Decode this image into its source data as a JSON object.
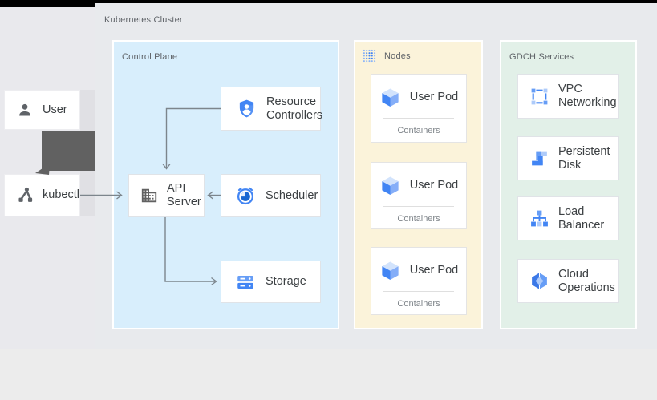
{
  "header": {
    "cluster_label": "Kubernetes Cluster"
  },
  "actors": {
    "user": {
      "label": "User",
      "icon": "user-icon"
    },
    "kubectl": {
      "label": "kubectl",
      "icon": "kubectl-icon"
    }
  },
  "control_plane": {
    "label": "Control Plane",
    "resource_controllers": {
      "label": "Resource Controllers",
      "icon": "resource-controllers-icon"
    },
    "api_server": {
      "label": "API Server",
      "icon": "api-server-icon"
    },
    "scheduler": {
      "label": "Scheduler",
      "icon": "scheduler-icon"
    },
    "storage": {
      "label": "Storage",
      "icon": "storage-icon"
    }
  },
  "nodes": {
    "label": "Nodes",
    "icon": "nodes-grid-icon",
    "pods": [
      {
        "label": "User Pod",
        "sublabel": "Containers",
        "icon": "pod-cube-icon"
      },
      {
        "label": "User Pod",
        "sublabel": "Containers",
        "icon": "pod-cube-icon"
      },
      {
        "label": "User Pod",
        "sublabel": "Containers",
        "icon": "pod-cube-icon"
      }
    ]
  },
  "gdch_services": {
    "label": "GDCH Services",
    "services": [
      {
        "label": "VPC Networking",
        "icon": "vpc-networking-icon"
      },
      {
        "label": "Persistent Disk",
        "icon": "persistent-disk-icon"
      },
      {
        "label": "Load Balancer",
        "icon": "load-balancer-icon"
      },
      {
        "label": "Cloud Operations",
        "icon": "cloud-operations-icon"
      }
    ]
  },
  "colors": {
    "control_plane_bg": "#d8eefc",
    "nodes_bg": "#fbf3da",
    "gdch_bg": "#e2f0e8",
    "cluster_bg": "#e8eaed",
    "left_panel_bg": "#e9e9ed",
    "accent_blue": "#4285f4",
    "icon_gray": "#5f6368",
    "connector_gray": "#7c858c",
    "thick_arrow_gray": "#616161"
  }
}
